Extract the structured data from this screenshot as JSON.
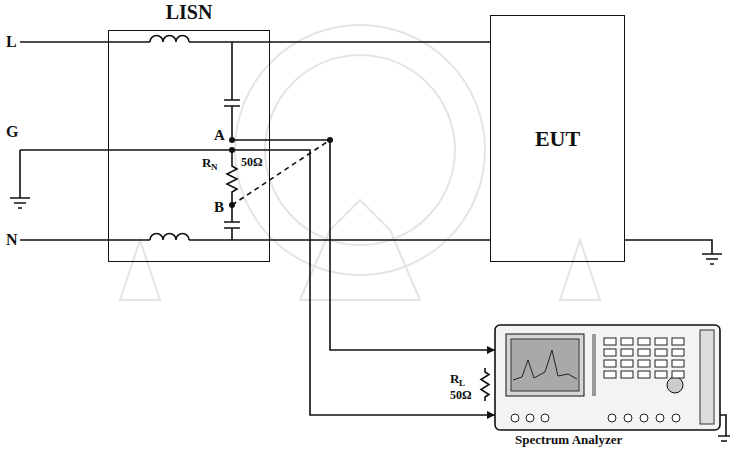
{
  "diagram": {
    "nodes": [
      {
        "text": [
          "LISN"
        ]
      },
      {
        "text": [
          "EUT"
        ]
      },
      {
        "text": [
          "Spectrum Analyzer"
        ]
      }
    ],
    "edges": [
      {
        "from": 0,
        "to": 1,
        "arrow": "none"
      },
      {
        "from": 0,
        "to": 1,
        "arrow": "none"
      },
      {
        "from": 0,
        "to": 2,
        "arrow": "to"
      },
      {
        "from": 0,
        "to": 2,
        "arrow": "to"
      }
    ],
    "labels": [
      "L",
      "G",
      "N",
      "A",
      "B",
      "R",
      "N",
      "50Ω",
      "R",
      "L",
      "50Ω"
    ]
  }
}
